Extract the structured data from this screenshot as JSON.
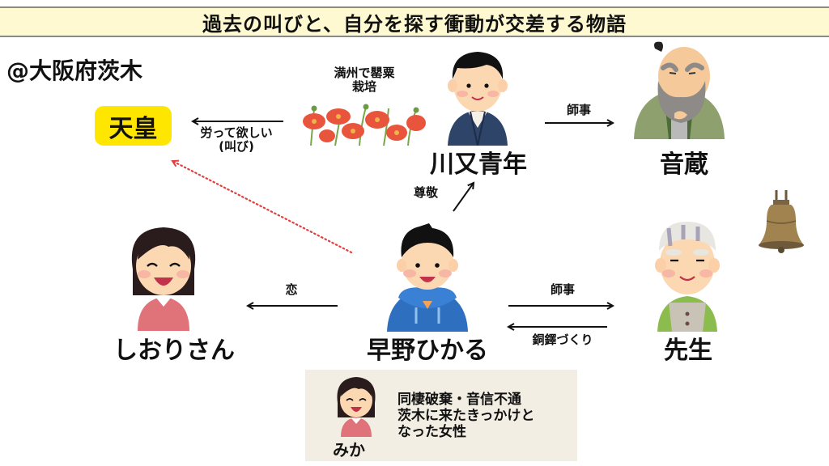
{
  "title": "過去の叫びと、自分を探す衝動が交差する物語",
  "location": "@大阪府茨木",
  "colors": {
    "banner_bg": "#fff9d1",
    "banner_border": "#8a8a84",
    "highlight": "#ffe600",
    "dotted_arrow": "#e04040",
    "note_bg": "#f3eee3"
  },
  "nodes": {
    "tenno": {
      "label": "天皇",
      "icon": "highlight-label"
    },
    "kawamata": {
      "label": "川又青年",
      "icon": "young-man-kimono-illustration"
    },
    "otozo": {
      "label": "音蔵",
      "icon": "bearded-elder-illustration"
    },
    "shiori": {
      "label": "しおりさん",
      "icon": "smiling-woman-illustration"
    },
    "hikaru": {
      "label": "早野ひかる",
      "icon": "boy-hoodie-illustration"
    },
    "sensei": {
      "label": "先生",
      "icon": "old-man-illustration"
    },
    "bell": {
      "icon": "bronze-bell-illustration"
    },
    "poppies": {
      "icon": "poppy-flowers-illustration"
    }
  },
  "edges": {
    "kawamata_to_tenno": {
      "label_line1": "労って欲しい",
      "label_line2": "(叫び)"
    },
    "poppy_caption": {
      "line1": "満州で罌粟",
      "line2": "栽培"
    },
    "kawamata_to_otozo": {
      "label": "師事"
    },
    "hikaru_to_kawamata": {
      "label": "尊敬"
    },
    "hikaru_to_shiori": {
      "label": "恋"
    },
    "hikaru_to_sensei": {
      "label": "師事"
    },
    "sensei_to_hikaru": {
      "label": "銅鐸づくり"
    }
  },
  "note": {
    "name": "みか",
    "icon": "smiling-woman-illustration",
    "lines": [
      "同棲破棄・音信不通",
      "茨木に来たきっかけと",
      "なった女性"
    ]
  }
}
